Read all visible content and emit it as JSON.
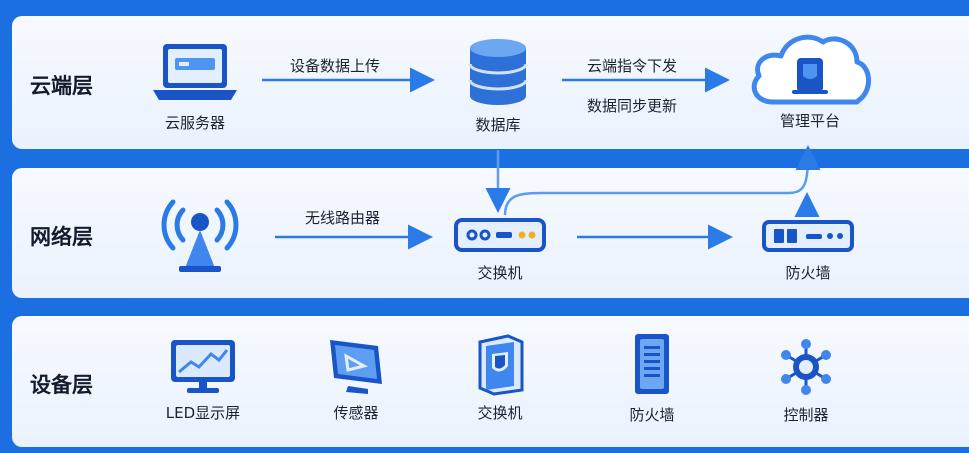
{
  "layers": {
    "cloud": {
      "label": "云端层",
      "nodes": [
        {
          "label": "云服务器",
          "icon": "laptop-server-icon"
        },
        {
          "label": "数据库",
          "icon": "database-icon"
        },
        {
          "label": "管理平台",
          "icon": "cloud-platform-icon"
        }
      ],
      "edges": [
        "设备数据上传",
        "云端指令下发",
        "数据同步更新"
      ]
    },
    "network": {
      "label": "网络层",
      "nodes": [
        {
          "label": "",
          "icon": "wireless-tower-icon"
        },
        {
          "label": "交换机",
          "icon": "network-switch-icon"
        },
        {
          "label": "防火墙",
          "icon": "firewall-router-icon"
        }
      ],
      "edges": [
        "无线路由器"
      ]
    },
    "device": {
      "label": "设备层",
      "nodes": [
        {
          "label": "LED显示屏",
          "icon": "led-display-icon"
        },
        {
          "label": "传感器",
          "icon": "sensor-monitor-icon"
        },
        {
          "label": "交换机",
          "icon": "switch-shield-icon"
        },
        {
          "label": "防火墙",
          "icon": "firewall-tower-icon"
        },
        {
          "label": "控制器",
          "icon": "controller-hub-icon"
        }
      ]
    }
  },
  "colors": {
    "background": "#1c6fe0",
    "arrow": "#2a7be8",
    "icon_dark": "#1a55c8",
    "icon_light": "#4d95f0"
  }
}
